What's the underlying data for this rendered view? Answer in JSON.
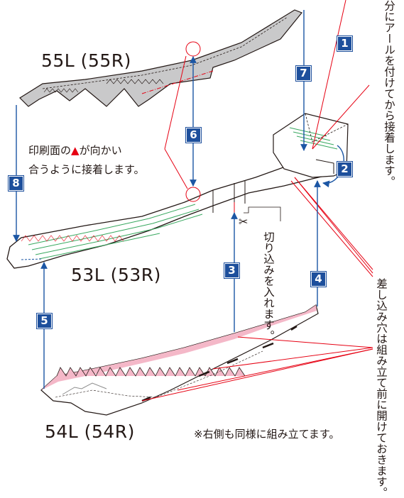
{
  "parts": {
    "p55": "55L (55R)",
    "p53": "53L (53R)",
    "p54": "54L (54R)"
  },
  "notes": {
    "print_face_1a": "印刷面の",
    "print_face_triangle": "▲",
    "print_face_1b": "が向かい",
    "print_face_2": "合うように接着します。",
    "cut_in": "切り込みを入れます。",
    "open_holes": "差し込み穴は組み立て前に開けておきます。",
    "glue_after_r": "分にアールを付けてから接着します。",
    "footer": "※右側も同様に組み立てます。"
  },
  "steps": [
    "1",
    "2",
    "3",
    "4",
    "5",
    "6",
    "7",
    "8"
  ],
  "colors": {
    "step_bg": "#1d4f9c",
    "arrow": "#1b56a4",
    "red": "#e60012",
    "green_line": "#39a860",
    "pink_fill": "#f4b8c8",
    "grey_fill": "#c9c9ca"
  }
}
